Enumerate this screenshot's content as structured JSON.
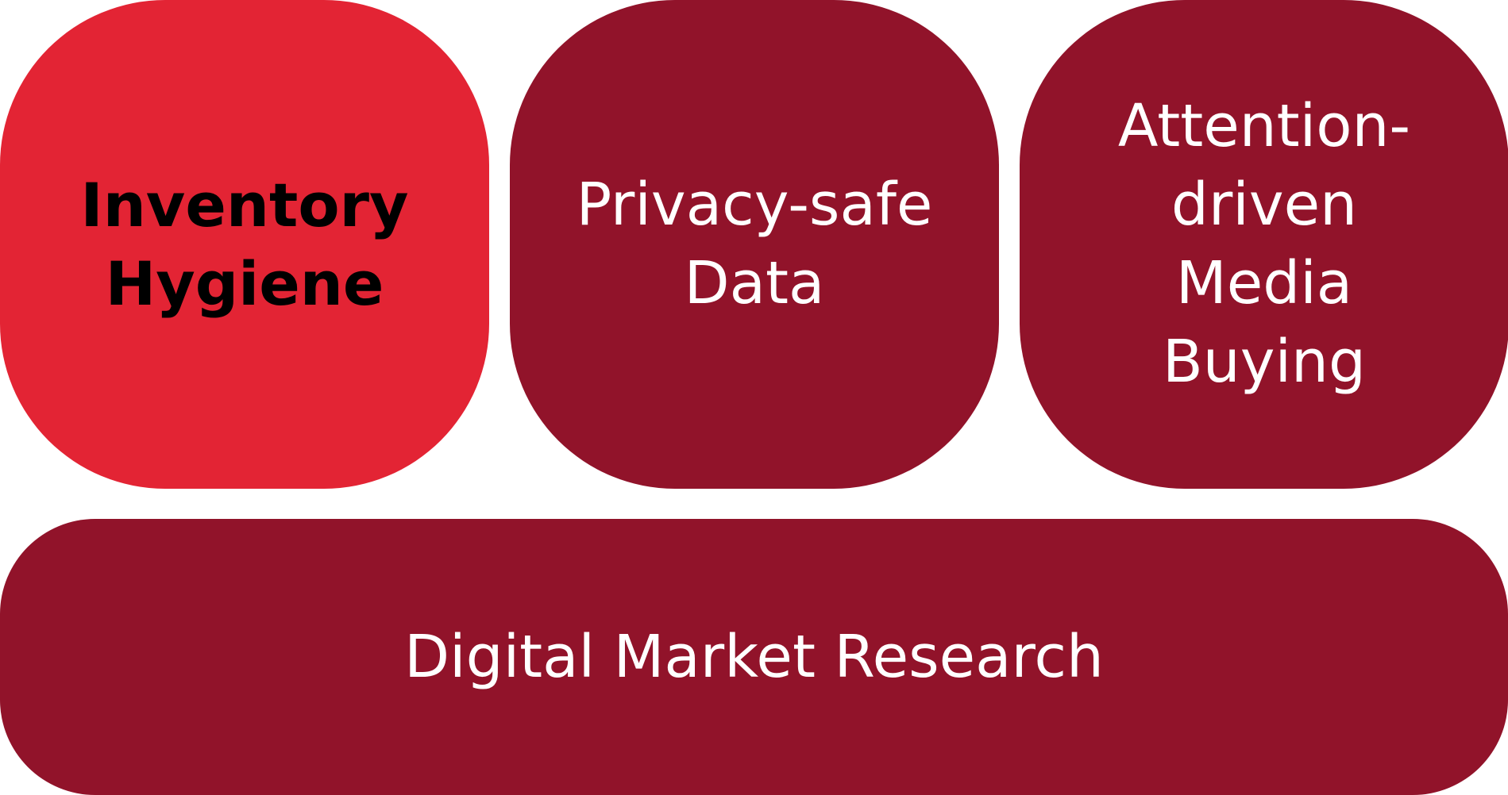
{
  "colors": {
    "highlight": "#e32434",
    "primary": "#91132a",
    "text_light": "#ffffff",
    "text_dark": "#000000"
  },
  "tiles": [
    {
      "label": "Inventory\nHygiene",
      "highlighted": true
    },
    {
      "label": "Privacy-safe\nData",
      "highlighted": false
    },
    {
      "label": "Attention-\ndriven\nMedia\nBuying",
      "highlighted": false
    }
  ],
  "foundation": {
    "label": "Digital Market Research"
  }
}
